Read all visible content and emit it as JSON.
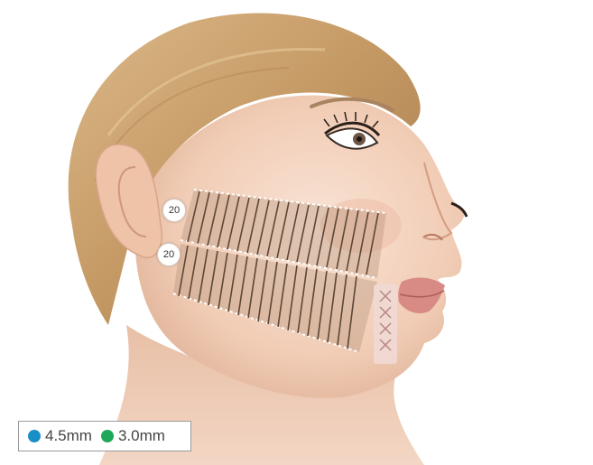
{
  "zones": [
    {
      "lines_label": "20"
    },
    {
      "lines_label": "20"
    }
  ],
  "legend": {
    "items": [
      {
        "label": "4.5mm",
        "color": "#1a8fc7"
      },
      {
        "label": "3.0mm",
        "color": "#1fa75a"
      }
    ]
  },
  "colors": {
    "skin": "#f3d3bf",
    "hair": "#c9a36f",
    "treatment_band": "#b08d73",
    "avoid_zone": "#f1d9d5"
  }
}
